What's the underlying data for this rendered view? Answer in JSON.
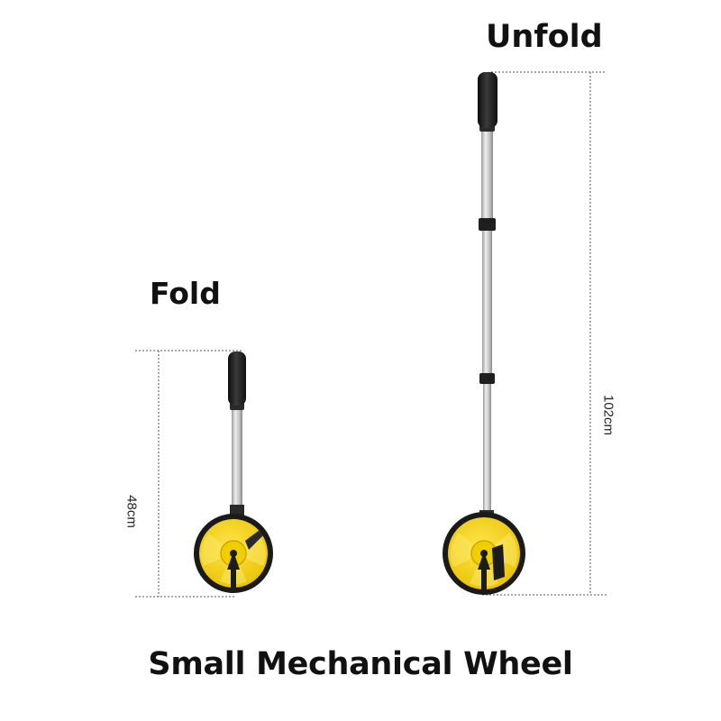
{
  "labels": {
    "unfold": "Unfold",
    "fold": "Fold",
    "title": "Small Mechanical Wheel"
  },
  "dimensions": {
    "folded_height": "48cm",
    "unfolded_height": "102cm"
  },
  "colors": {
    "wheel_yellow": "#f5d000",
    "tire_black": "#1a1a1a",
    "handle_black": "#222222",
    "shaft_silver": "#c9c9c9",
    "dimension_line": "#555555"
  },
  "icons": {
    "folded_wheel": "measuring-wheel-folded-icon",
    "unfolded_wheel": "measuring-wheel-unfolded-icon"
  }
}
